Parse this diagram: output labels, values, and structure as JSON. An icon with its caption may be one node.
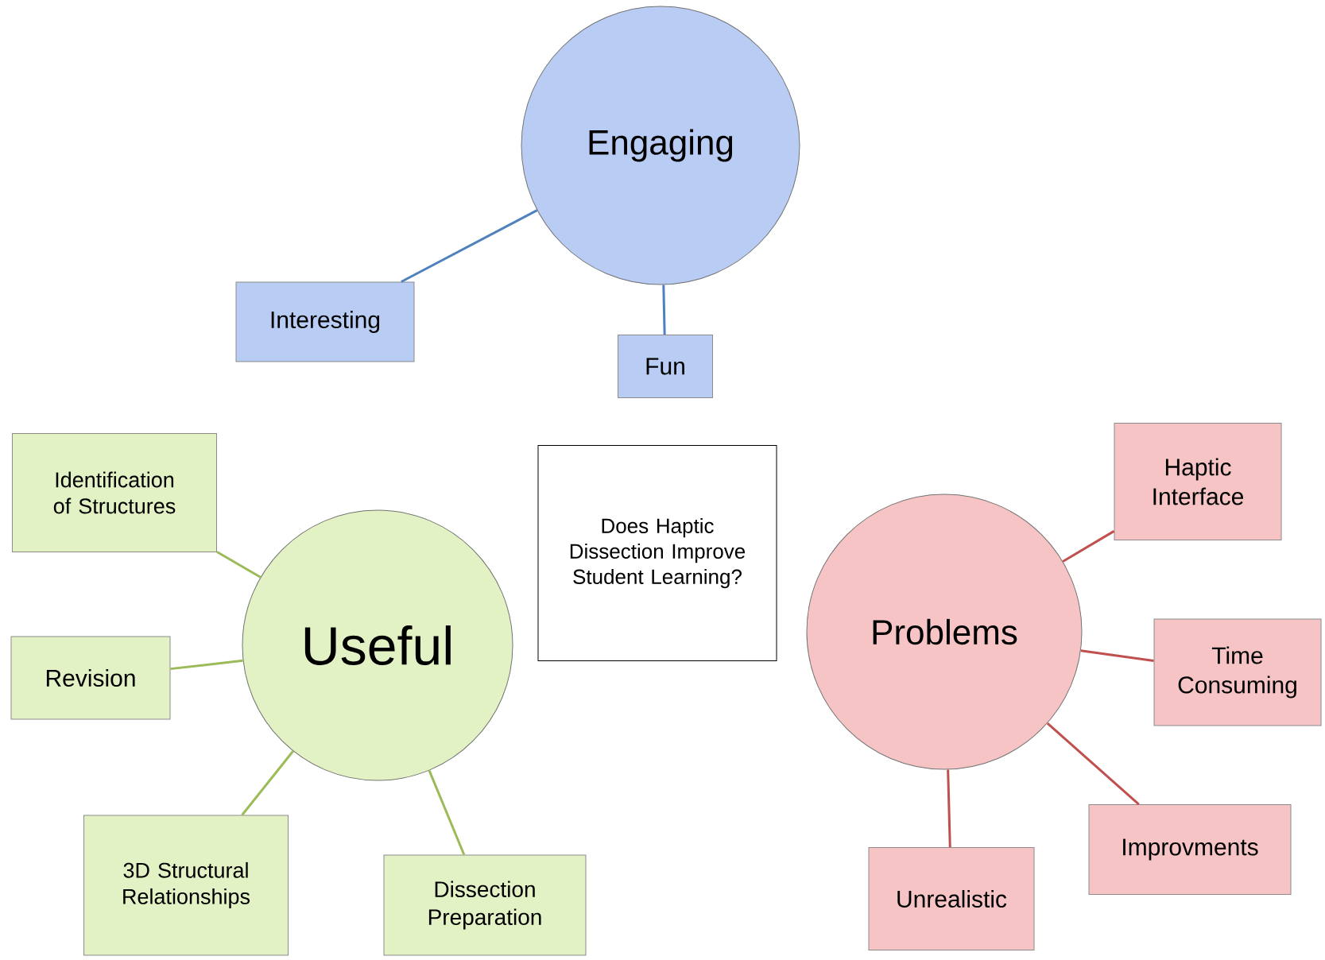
{
  "diagram": {
    "nodes": [
      {
        "text": [
          "Engaging"
        ]
      },
      {
        "text": [
          "Interesting"
        ]
      },
      {
        "text": [
          "Fun"
        ]
      },
      {
        "text": [
          "Does Haptic Dissection Improve Student Learning?"
        ]
      },
      {
        "text": [
          "Identification of Structures"
        ]
      },
      {
        "text": [
          "Useful"
        ]
      },
      {
        "text": [
          "Revision"
        ]
      },
      {
        "text": [
          "3D Structural Relationships"
        ]
      },
      {
        "text": [
          "Dissection Preparation"
        ]
      },
      {
        "text": [
          "Haptic Interface"
        ]
      },
      {
        "text": [
          "Problems"
        ]
      },
      {
        "text": [
          "Time Consuming"
        ]
      },
      {
        "text": [
          "Improvments"
        ]
      },
      {
        "text": [
          "Unrealistic"
        ]
      }
    ],
    "edges": [
      {
        "from": 0,
        "to": 1,
        "arrow": "none",
        "color": "#4f81bd"
      },
      {
        "from": 0,
        "to": 2,
        "arrow": "none",
        "color": "#4f81bd"
      },
      {
        "from": 5,
        "to": 4,
        "arrow": "none",
        "color": "#9bbb59"
      },
      {
        "from": 5,
        "to": 6,
        "arrow": "none",
        "color": "#9bbb59"
      },
      {
        "from": 5,
        "to": 7,
        "arrow": "none",
        "color": "#9bbb59"
      },
      {
        "from": 5,
        "to": 8,
        "arrow": "none",
        "color": "#9bbb59"
      },
      {
        "from": 10,
        "to": 9,
        "arrow": "none",
        "color": "#c0504d"
      },
      {
        "from": 10,
        "to": 11,
        "arrow": "none",
        "color": "#c0504d"
      },
      {
        "from": 10,
        "to": 12,
        "arrow": "none",
        "color": "#c0504d"
      },
      {
        "from": 10,
        "to": 13,
        "arrow": "none",
        "color": "#c0504d"
      }
    ]
  }
}
